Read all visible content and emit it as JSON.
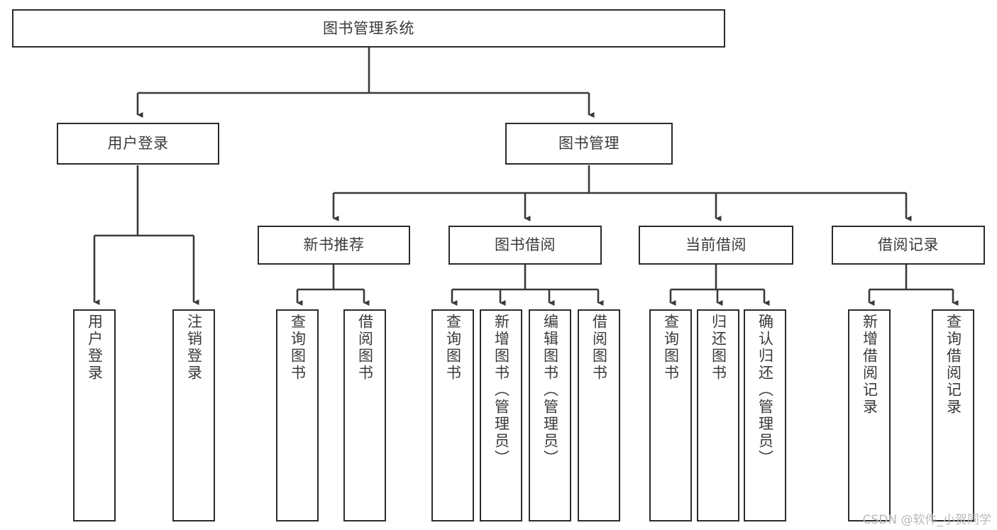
{
  "diagram": {
    "title": "图书管理系统",
    "type": "tree",
    "watermark": "CSDN @软件_小贺同学",
    "colors": {
      "box_border": "#2b2b2b",
      "box_fill": "#ffffff",
      "line": "#3a3a3a",
      "text": "#3a3a3a",
      "watermark": "#b9b9b9",
      "background": "#ffffff"
    },
    "root": {
      "id": "root",
      "label": "图书管理系统",
      "orientation": "horizontal"
    },
    "level2": [
      {
        "id": "user-login",
        "label": "用户登录",
        "orientation": "horizontal"
      },
      {
        "id": "book-management",
        "label": "图书管理",
        "orientation": "horizontal"
      }
    ],
    "level3": [
      {
        "id": "new-book-recommend",
        "label": "新书推荐",
        "orientation": "horizontal",
        "parent": "book-management"
      },
      {
        "id": "book-borrow",
        "label": "图书借阅",
        "orientation": "horizontal",
        "parent": "book-management"
      },
      {
        "id": "current-borrow",
        "label": "当前借阅",
        "orientation": "horizontal",
        "parent": "book-management"
      },
      {
        "id": "borrow-record",
        "label": "借阅记录",
        "orientation": "horizontal",
        "parent": "book-management"
      }
    ],
    "leaves": [
      {
        "id": "leaf-user-login",
        "label": "用户登录",
        "orientation": "vertical",
        "parent": "user-login"
      },
      {
        "id": "leaf-user-logout",
        "label": "注销登录",
        "orientation": "vertical",
        "parent": "user-login"
      },
      {
        "id": "leaf-query-book-recommend",
        "label": "查询图书",
        "orientation": "vertical",
        "parent": "new-book-recommend"
      },
      {
        "id": "leaf-borrow-book-recommend",
        "label": "借阅图书",
        "orientation": "vertical",
        "parent": "new-book-recommend"
      },
      {
        "id": "leaf-query-book-borrow",
        "label": "查询图书",
        "orientation": "vertical",
        "parent": "book-borrow"
      },
      {
        "id": "leaf-add-book-admin",
        "label": "新增图书（管理员）",
        "orientation": "vertical",
        "parent": "book-borrow"
      },
      {
        "id": "leaf-edit-book-admin",
        "label": "编辑图书（管理员）",
        "orientation": "vertical",
        "parent": "book-borrow"
      },
      {
        "id": "leaf-borrow-book",
        "label": "借阅图书",
        "orientation": "vertical",
        "parent": "book-borrow"
      },
      {
        "id": "leaf-query-book-current",
        "label": "查询图书",
        "orientation": "vertical",
        "parent": "current-borrow"
      },
      {
        "id": "leaf-return-book",
        "label": "归还图书",
        "orientation": "vertical",
        "parent": "current-borrow"
      },
      {
        "id": "leaf-confirm-return-admin",
        "label": "确认归还（管理员）",
        "orientation": "vertical",
        "parent": "current-borrow"
      },
      {
        "id": "leaf-add-borrow-record",
        "label": "新增借阅记录",
        "orientation": "vertical",
        "parent": "borrow-record"
      },
      {
        "id": "leaf-query-borrow-record",
        "label": "查询借阅记录",
        "orientation": "vertical",
        "parent": "borrow-record"
      }
    ]
  }
}
